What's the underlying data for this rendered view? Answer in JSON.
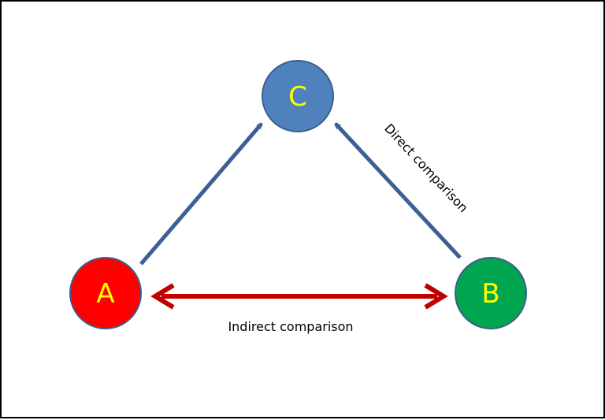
{
  "nodes": {
    "a": {
      "label": "A",
      "fill": "#ff0000"
    },
    "b": {
      "label": "B",
      "fill": "#00a54f"
    },
    "c": {
      "label": "C",
      "fill": "#4f81bd"
    }
  },
  "node_stroke": "#3a5f8f",
  "letter_color": "#ffff00",
  "edges": {
    "direct_color": "#3d6094",
    "indirect_color": "#c00000"
  },
  "labels": {
    "direct": "Direct comparison",
    "indirect": "Indirect comparison"
  }
}
